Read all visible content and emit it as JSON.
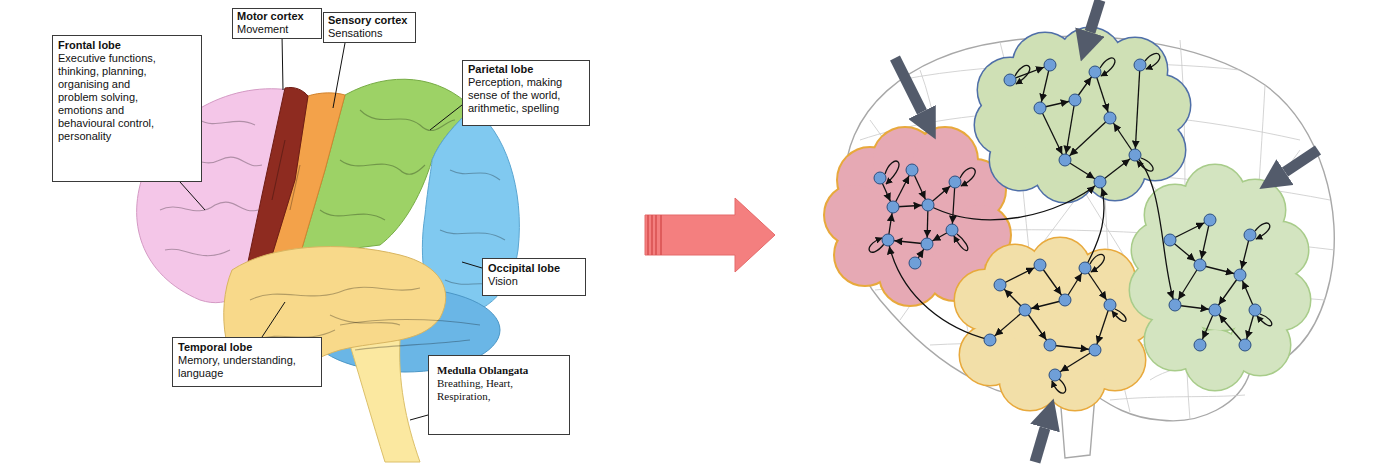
{
  "diagram": {
    "nodes": [
      {
        "text": [
          "Frontal lobe",
          "Executive functions, thinking, planning, organising and problem solving, emotions and behavioural control, personality"
        ]
      },
      {
        "text": [
          "Motor cortex",
          "Movement"
        ]
      },
      {
        "text": [
          "Sensory cortex",
          "Sensations"
        ]
      },
      {
        "text": [
          "Parietal lobe",
          "Perception, making sense of the world, arithmetic, spelling"
        ]
      },
      {
        "text": [
          "Occipital lobe",
          "Vision"
        ]
      },
      {
        "text": [
          "Temporal lobe",
          "Memory, understanding, language"
        ]
      },
      {
        "text": [
          "Medulla Oblangata",
          "Breathing, Heart, Respiration,"
        ]
      }
    ]
  }
}
